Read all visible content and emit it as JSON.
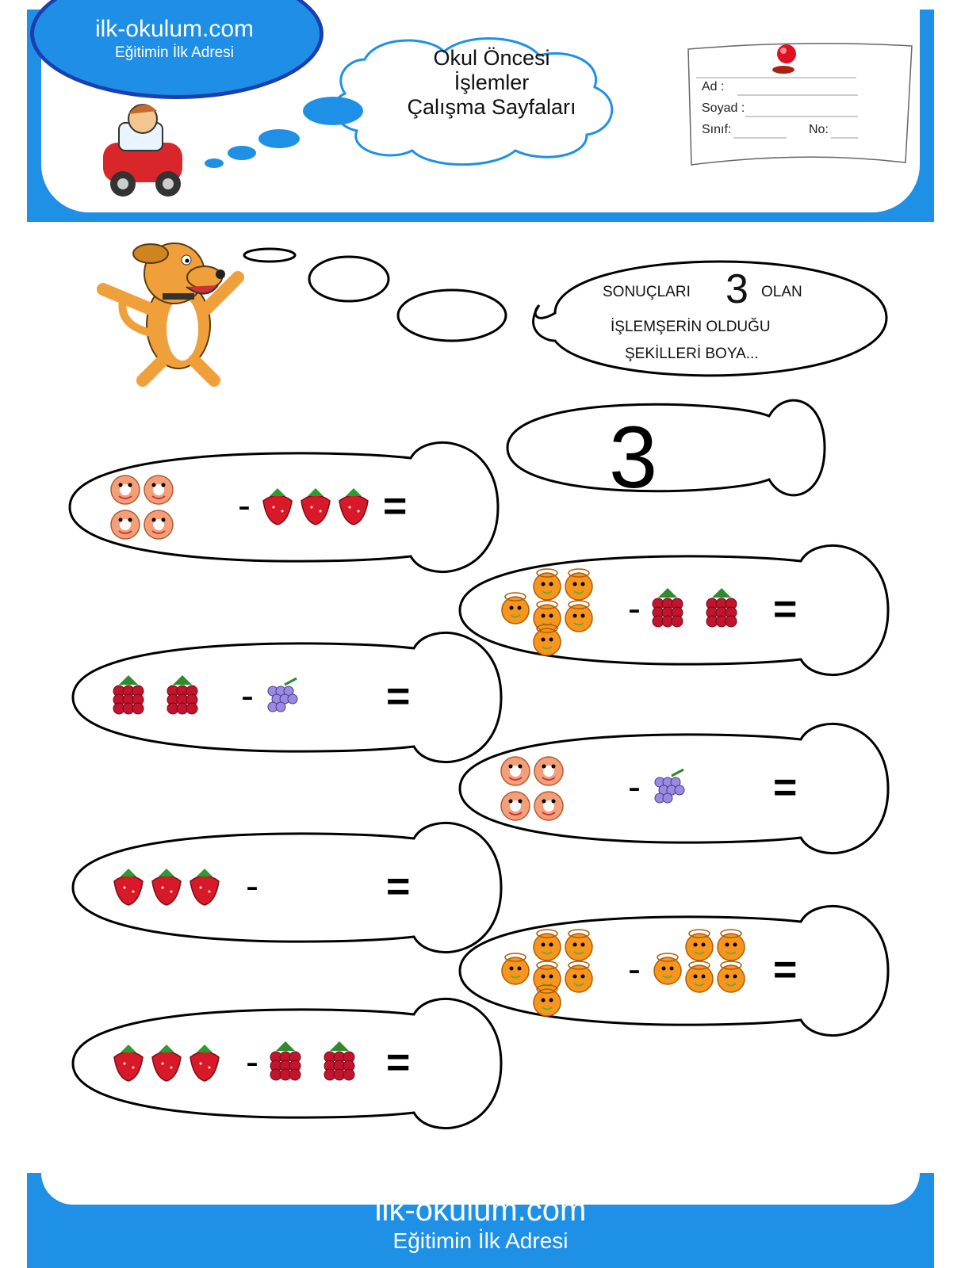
{
  "header": {
    "site": "ilk-okulum.com",
    "slogan": "Eğitimin İlk Adresi",
    "title_lines": [
      "Okul Öncesi",
      "İşlemler",
      "Çalışma Sayfaları"
    ]
  },
  "name_card": {
    "ad_label": "Ad :",
    "soyad_label": "Soyad :",
    "sinif_label": "Sınıf:",
    "no_label": "No:"
  },
  "instruction": {
    "part1": "SONUÇLARI",
    "number": "3",
    "part2": "OLAN",
    "line2": "İŞLEMŞERİN OLDUĞU",
    "line3": "ŞEKİLLERİ BOYA..."
  },
  "target_number": "3",
  "exercises": [
    {
      "left": {
        "item": "donut",
        "count": 4
      },
      "right": {
        "item": "strawberry",
        "count": 3
      }
    },
    {
      "left": {
        "item": "orange",
        "count": 6
      },
      "right": {
        "item": "raspberry",
        "count": 2
      }
    },
    {
      "left": {
        "item": "raspberry",
        "count": 2
      },
      "right": {
        "item": "grape",
        "count": 1
      }
    },
    {
      "left": {
        "item": "donut",
        "count": 4
      },
      "right": {
        "item": "grape",
        "count": 1
      }
    },
    {
      "left": {
        "item": "strawberry",
        "count": 3
      },
      "right": {
        "item": "none",
        "count": 0
      }
    },
    {
      "left": {
        "item": "orange",
        "count": 6
      },
      "right": {
        "item": "orange",
        "count": 5
      }
    },
    {
      "left": {
        "item": "strawberry",
        "count": 3
      },
      "right": {
        "item": "raspberry",
        "count": 2
      }
    }
  ],
  "symbols": {
    "minus": "-",
    "equals": "="
  },
  "footer": {
    "site": "ilk-okulum.com",
    "slogan": "Eğitimin İlk Adresi"
  },
  "colors": {
    "brand_blue": "#1e90e6",
    "logo_border": "#1a3fb0"
  }
}
